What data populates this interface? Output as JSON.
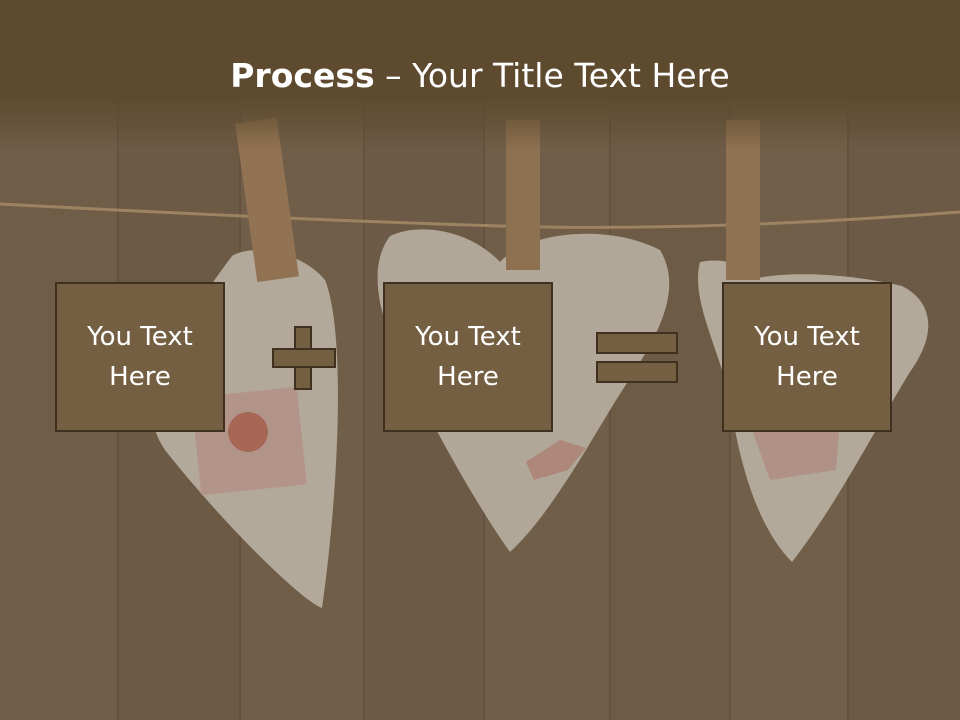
{
  "title": {
    "bold": "Process",
    "rest": " – Your Title Text Here"
  },
  "steps": [
    {
      "label": "You Text Here"
    },
    {
      "label": "You Text Here"
    },
    {
      "label": "You Text Here"
    }
  ],
  "operators": {
    "first": "plus",
    "second": "equals"
  },
  "colors": {
    "title_bar": "#5e4a2f",
    "box_fill": "#755f42",
    "box_border": "#3f3020",
    "title_text": "#ffffff"
  }
}
